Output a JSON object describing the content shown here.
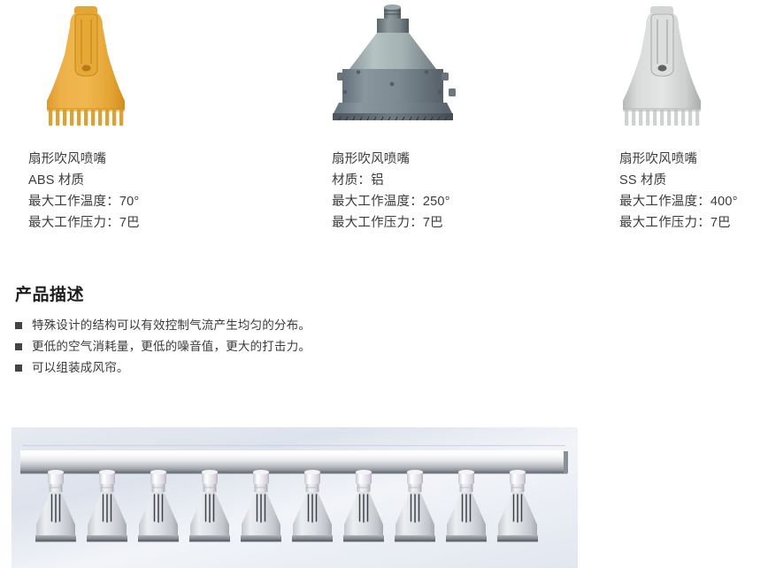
{
  "products": [
    {
      "name": "扇形吹风喷嘴",
      "material": "ABS 材质",
      "max_temp": "最大工作温度：70°",
      "max_pressure": "最大工作压力：7巴",
      "image_name": "abs-fan-nozzle-image",
      "color": "#e8a838",
      "color_dark": "#c9871f",
      "color_light": "#f0bb58",
      "style": "comb"
    },
    {
      "name": "扇形吹风喷嘴",
      "material": "材质：铝",
      "max_temp": "最大工作温度：250°",
      "max_pressure": "最大工作压力：7巴",
      "image_name": "aluminum-fan-nozzle-image",
      "color": "#7f8c90",
      "color_dark": "#56626a",
      "color_light": "#a9b5b6",
      "style": "block"
    },
    {
      "name": "扇形吹风喷嘴",
      "material": "SS 材质",
      "max_temp": "最大工作温度：400°",
      "max_pressure": "最大工作压力：7巴",
      "image_name": "ss-fan-nozzle-image",
      "color": "#c9cbca",
      "color_dark": "#9fa2a1",
      "color_light": "#e3e5e4",
      "style": "comb"
    }
  ],
  "description": {
    "heading": "产品描述",
    "items": [
      "特殊设计的结构可以有效控制气流产生均匀的分布。",
      "更低的空气消耗量，更低的噪音值，更大的打击力。",
      "可以组装成风帘。"
    ],
    "bullet_glyph": "square-bullet-icon"
  },
  "assembly": {
    "image_name": "air-curtain-assembly-image",
    "nozzle_count": 10,
    "pipe_label": "manifold-pipe",
    "background_color": "#e4e9f1"
  }
}
